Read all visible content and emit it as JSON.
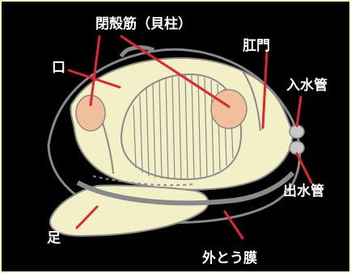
{
  "diagram": {
    "labels": {
      "adductor_muscle": "閉殻筋（貝柱）",
      "mouth": "口",
      "anus": "肛門",
      "inhalant_siphon": "入水管",
      "exhalant_siphon": "出水管",
      "foot": "足",
      "mantle": "外とう膜"
    },
    "colors": {
      "background": "#000000",
      "body": "#f3f0c8",
      "organ": "#f1bf9c",
      "outline": "#8a8a8a",
      "pointer": "#e0262e",
      "label_text": "#ffffff"
    }
  }
}
